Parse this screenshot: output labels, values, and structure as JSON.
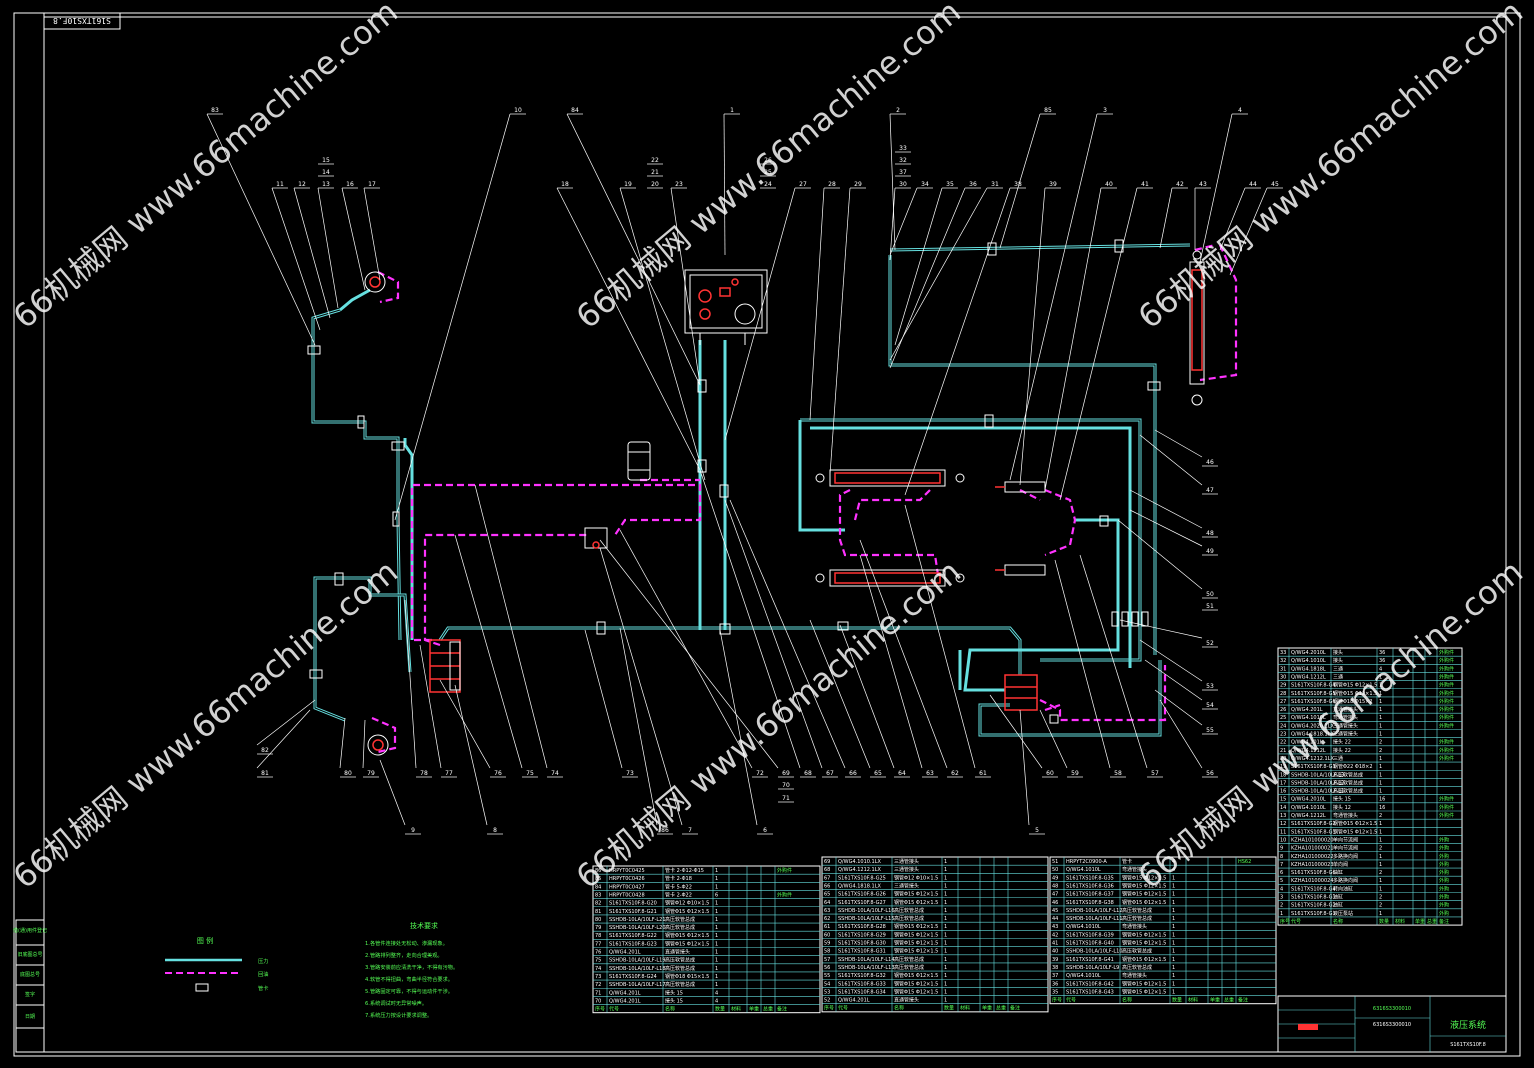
{
  "drawing": {
    "stamp": "S161TXS10F.8",
    "drawing_code": "S161TXS10F.8",
    "title": "液压系统",
    "part_number_box": "6316S3300010",
    "notes_title": "技术要求",
    "notes": [
      "1.各管件连接处无松动、渗漏现象。",
      "2.管路排列整齐，走向合理美观。",
      "3.管路安装前应清洗干净，不得有污物。",
      "4.软管不得扭曲，弯曲半径符合要求。",
      "5.管路固定可靠，不得与运动件干涉。",
      "6.系统调试时无异常噪声。",
      "7.系统压力按设计要求调整。"
    ],
    "legend_title": "图    例",
    "legend": [
      {
        "label": "压力",
        "kind": "pressure"
      },
      {
        "label": "回油",
        "kind": "return"
      },
      {
        "label": "管卡",
        "kind": "clamp"
      }
    ],
    "side_labels": [
      "借(通)用件登记",
      "旧底图总号",
      "底图总号",
      "签字",
      "日期"
    ]
  },
  "callouts": [
    "1",
    "2",
    "3",
    "4",
    "5",
    "6",
    "7",
    "8",
    "9",
    "10",
    "11",
    "12",
    "13",
    "14",
    "15",
    "16",
    "17",
    "18",
    "19",
    "20",
    "21",
    "22",
    "23",
    "24",
    "25",
    "26",
    "27",
    "28",
    "29",
    "30",
    "31",
    "32",
    "33",
    "34",
    "35",
    "36",
    "37",
    "38",
    "39",
    "40",
    "41",
    "42",
    "43",
    "44",
    "45",
    "46",
    "47",
    "48",
    "49",
    "50",
    "51",
    "52",
    "53",
    "54",
    "55",
    "56",
    "57",
    "58",
    "59",
    "60",
    "61",
    "62",
    "63",
    "64",
    "65",
    "66",
    "67",
    "68",
    "69",
    "70",
    "71",
    "72",
    "73",
    "74",
    "75",
    "76",
    "77",
    "78",
    "79",
    "80",
    "81",
    "82",
    "83",
    "84",
    "85",
    "86"
  ],
  "bom": {
    "headers": [
      "序号",
      "代号",
      "名称",
      "数量",
      "材料",
      "单重",
      "总重",
      "备注"
    ],
    "col1": [
      {
        "no": "86",
        "code": "HRPYT0C0425",
        "name": "管卡 2-Φ12-Φ15",
        "qty": "1",
        "note": "外购件"
      },
      {
        "no": "85",
        "code": "HRPYT0C0426",
        "name": "管卡 2-Φ18",
        "qty": "1",
        "note": ""
      },
      {
        "no": "84",
        "code": "HRPYT0C0427",
        "name": "管卡 5-Φ22",
        "qty": "1",
        "note": ""
      },
      {
        "no": "83",
        "code": "HRPYT0C0428",
        "name": "管卡 2-Φ22",
        "qty": "6",
        "note": "外购件"
      },
      {
        "no": "82",
        "code": "S161TXS10F.8-G20",
        "name": "钢管Φ12 Φ10×1.5",
        "qty": "1",
        "note": ""
      },
      {
        "no": "81",
        "code": "S161TXS10F.8-G21",
        "name": "钢管Φ15 Φ12×1.5",
        "qty": "1",
        "note": ""
      },
      {
        "no": "80",
        "code": "SSHDB-10LA/10LF-L21",
        "name": "高压软管总成",
        "qty": "1",
        "note": ""
      },
      {
        "no": "79",
        "code": "SSHDB-10LA/10LF-L20",
        "name": "高压软管总成",
        "qty": "1",
        "note": ""
      },
      {
        "no": "78",
        "code": "S161TXS10F.8-G22",
        "name": "钢管Φ15 Φ12×1.5",
        "qty": "1",
        "note": ""
      },
      {
        "no": "77",
        "code": "S161TXS10F.8-G23",
        "name": "钢管Φ15 Φ12×1.5",
        "qty": "1",
        "note": ""
      },
      {
        "no": "76",
        "code": "Q/WG4.201L",
        "name": "直通管接头",
        "qty": "1",
        "note": ""
      },
      {
        "no": "75",
        "code": "SSHDB-10LA/10LF-L19",
        "name": "高压软管总成",
        "qty": "1",
        "note": ""
      },
      {
        "no": "74",
        "code": "SSHDB-10LA/10LF-L18",
        "name": "高压软管总成",
        "qty": "1",
        "note": ""
      },
      {
        "no": "73",
        "code": "S161TXS10F.8-G24",
        "name": "钢管Φ18 Φ15×1.5",
        "qty": "1",
        "note": ""
      },
      {
        "no": "72",
        "code": "SSHDB-10LA/10LF-L17",
        "name": "高压软管总成",
        "qty": "1",
        "note": ""
      },
      {
        "no": "71",
        "code": "Q/WG4.201L",
        "name": "接头 15",
        "qty": "4",
        "note": ""
      },
      {
        "no": "70",
        "code": "Q/WG4.201L",
        "name": "接头 15",
        "qty": "4",
        "note": ""
      }
    ],
    "col2": [
      {
        "no": "69",
        "code": "Q/WG4.1010.1LX",
        "name": "三通管接头",
        "qty": "1",
        "note": ""
      },
      {
        "no": "68",
        "code": "Q/WG4.1212.1LX",
        "name": "三通管接头",
        "qty": "1",
        "note": ""
      },
      {
        "no": "67",
        "code": "S161TXS10F.8-G25",
        "name": "钢管Φ12 Φ10×1.5",
        "qty": "1",
        "note": ""
      },
      {
        "no": "66",
        "code": "Q/WG4.1818.1LX",
        "name": "三通管接头",
        "qty": "1",
        "note": ""
      },
      {
        "no": "65",
        "code": "S161TXS10F.8-G26",
        "name": "钢管Φ15 Φ12×1.5",
        "qty": "1",
        "note": ""
      },
      {
        "no": "64",
        "code": "S161TXS10F.8-G27",
        "name": "钢管Φ15 Φ12×1.5",
        "qty": "1",
        "note": ""
      },
      {
        "no": "63",
        "code": "SSHDB-10LA/10LF-L16",
        "name": "高压软管总成",
        "qty": "1",
        "note": ""
      },
      {
        "no": "62",
        "code": "SSHDB-10LA/10LF-L15",
        "name": "高压软管总成",
        "qty": "1",
        "note": ""
      },
      {
        "no": "61",
        "code": "S161TXS10F.8-G28",
        "name": "钢管Φ15 Φ12×1.5",
        "qty": "1",
        "note": ""
      },
      {
        "no": "60",
        "code": "S161TXS10F.8-G29",
        "name": "钢管Φ15 Φ12×1.5",
        "qty": "1",
        "note": ""
      },
      {
        "no": "59",
        "code": "S161TXS10F.8-G30",
        "name": "钢管Φ15 Φ12×1.5",
        "qty": "1",
        "note": ""
      },
      {
        "no": "58",
        "code": "S161TXS10F.8-G31",
        "name": "钢管Φ15 Φ12×1.5",
        "qty": "1",
        "note": ""
      },
      {
        "no": "57",
        "code": "SSHDB-10LA/10LF-L14",
        "name": "高压软管总成",
        "qty": "1",
        "note": ""
      },
      {
        "no": "56",
        "code": "SSHDB-10LA/10LF-L13",
        "name": "高压软管总成",
        "qty": "1",
        "note": ""
      },
      {
        "no": "55",
        "code": "S161TXS10F.8-G32",
        "name": "钢管Φ15 Φ12×1.5",
        "qty": "1",
        "note": ""
      },
      {
        "no": "54",
        "code": "S161TXS10F.8-G33",
        "name": "钢管Φ15 Φ12×1.5",
        "qty": "1",
        "note": ""
      },
      {
        "no": "53",
        "code": "S161TXS10F.8-G34",
        "name": "钢管Φ15 Φ12×1.5",
        "qty": "1",
        "note": ""
      },
      {
        "no": "52",
        "code": "Q/WG4.201L",
        "name": "直通管接头",
        "qty": "1",
        "note": ""
      }
    ],
    "col3": [
      {
        "no": "51",
        "code": "HRPYT2C0900-A",
        "name": "管卡",
        "qty": "4",
        "note": "HS62"
      },
      {
        "no": "50",
        "code": "Q/WG4.1010L",
        "name": "弯通管接头",
        "qty": "4",
        "note": ""
      },
      {
        "no": "49",
        "code": "S161TXS10F.8-G35",
        "name": "钢管Φ15 Φ12×1.5",
        "qty": "1",
        "note": ""
      },
      {
        "no": "48",
        "code": "S161TXS10F.8-G36",
        "name": "钢管Φ15 Φ12×1.5",
        "qty": "1",
        "note": ""
      },
      {
        "no": "47",
        "code": "S161TXS10F.8-G37",
        "name": "钢管Φ15 Φ12×1.5",
        "qty": "1",
        "note": ""
      },
      {
        "no": "46",
        "code": "S161TXS10F.8-G38",
        "name": "钢管Φ15 Φ12×1.5",
        "qty": "1",
        "note": ""
      },
      {
        "no": "45",
        "code": "SSHDB-10LA/10LF-L12",
        "name": "高压软管总成",
        "qty": "1",
        "note": ""
      },
      {
        "no": "44",
        "code": "SSHDB-10LA/10LF-L11",
        "name": "高压软管总成",
        "qty": "1",
        "note": ""
      },
      {
        "no": "43",
        "code": "Q/WG4.1010L",
        "name": "弯通管接头",
        "qty": "1",
        "note": ""
      },
      {
        "no": "42",
        "code": "S161TXS10F.8-G39",
        "name": "钢管Φ15 Φ12×1.5",
        "qty": "1",
        "note": ""
      },
      {
        "no": "41",
        "code": "S161TXS10F.8-G40",
        "name": "钢管Φ15 Φ12×1.5",
        "qty": "1",
        "note": ""
      },
      {
        "no": "40",
        "code": "SSHDB-10LA/10LF-L10",
        "name": "高压软管总成",
        "qty": "1",
        "note": ""
      },
      {
        "no": "39",
        "code": "S161TXS10F.8-G41",
        "name": "钢管Φ15 Φ12×1.5",
        "qty": "1",
        "note": ""
      },
      {
        "no": "38",
        "code": "SSHDB-10LA/10LF-L9",
        "name": "高压软管总成",
        "qty": "1",
        "note": ""
      },
      {
        "no": "37",
        "code": "Q/WG4.1010L",
        "name": "弯通管接头",
        "qty": "1",
        "note": ""
      },
      {
        "no": "36",
        "code": "S161TXS10F.8-G42",
        "name": "钢管Φ15 Φ12×1.5",
        "qty": "1",
        "note": ""
      },
      {
        "no": "35",
        "code": "S161TXS10F.8-G43",
        "name": "钢管Φ15 Φ12×1.5",
        "qty": "1",
        "note": ""
      }
    ],
    "col4": [
      {
        "no": "33",
        "code": "Q/WG4.2010L",
        "name": "接头",
        "qty": "36",
        "note": "外购件"
      },
      {
        "no": "32",
        "code": "Q/WG4.1010L",
        "name": "接头",
        "qty": "36",
        "note": "外购件"
      },
      {
        "no": "31",
        "code": "Q/WG4.1818L",
        "name": "三通",
        "qty": "4",
        "note": "外购件"
      },
      {
        "no": "30",
        "code": "Q/WG4.1212L",
        "name": "三通",
        "qty": "1",
        "note": "外购件"
      },
      {
        "no": "29",
        "code": "S161TXS10F.8-G4",
        "name": "钢管Φ15 Φ12×1.5",
        "qty": "1",
        "note": "外购件"
      },
      {
        "no": "28",
        "code": "S161TXS10F.8-G5",
        "name": "钢管Φ15 Φ12×1.5",
        "qty": "1",
        "note": "外购件"
      },
      {
        "no": "27",
        "code": "S161TXS10F.8-G6",
        "name": "钢管Φ18 Φ15×2",
        "qty": "1",
        "note": "外购件"
      },
      {
        "no": "26",
        "code": "Q/WG4.201L",
        "name": "直通管接头",
        "qty": "1",
        "note": "外购件"
      },
      {
        "no": "25",
        "code": "Q/WG4.1010L",
        "name": "弯通管接头",
        "qty": "1",
        "note": "外购件"
      },
      {
        "no": "24",
        "code": "Q/WG4.2020.1LX",
        "name": "三通管接头",
        "qty": "1",
        "note": "外购件"
      },
      {
        "no": "23",
        "code": "Q/WG4.1818.1LX",
        "name": "三通管接头",
        "qty": "1",
        "note": ""
      },
      {
        "no": "22",
        "code": "Q/WG4.201L",
        "name": "接头 22",
        "qty": "2",
        "note": "外购件"
      },
      {
        "no": "21",
        "code": "Q/WG4.1212L",
        "name": "接头 22",
        "qty": "2",
        "note": "外购件"
      },
      {
        "no": "20",
        "code": "Q/WG4.1212.1LX",
        "name": "三通",
        "qty": "1",
        "note": "外购件"
      },
      {
        "no": "19",
        "code": "S161TXS10F.8-G3",
        "name": "钢管Φ22 Φ18×2",
        "qty": "1",
        "note": ""
      },
      {
        "no": "18",
        "code": "SSHDB-10LA/10LF-L3",
        "name": "高压软管总成",
        "qty": "1",
        "note": ""
      },
      {
        "no": "17",
        "code": "SSHDB-10LA/10LF-L2",
        "name": "高压软管总成",
        "qty": "1",
        "note": ""
      },
      {
        "no": "16",
        "code": "SSHDB-10LA/10LF-L1",
        "name": "高压软管总成",
        "qty": "1",
        "note": ""
      },
      {
        "no": "15",
        "code": "Q/WG4.2010L",
        "name": "接头 15",
        "qty": "16",
        "note": "外购件"
      },
      {
        "no": "14",
        "code": "Q/WG4.1010L",
        "name": "接头 12",
        "qty": "16",
        "note": "外购件"
      },
      {
        "no": "13",
        "code": "Q/WG4.1212L",
        "name": "弯通管接头",
        "qty": "2",
        "note": "外购件"
      },
      {
        "no": "12",
        "code": "S161TXS10F.8-G2",
        "name": "钢管Φ15 Φ12×1.5",
        "qty": "1",
        "note": ""
      },
      {
        "no": "11",
        "code": "S161TXS10F.8-G1",
        "name": "钢管Φ15 Φ12×1.5",
        "qty": "1",
        "note": ""
      },
      {
        "no": "10",
        "code": "KZHA101000020",
        "name": "单向节流阀",
        "qty": "1",
        "note": "外购"
      },
      {
        "no": "9",
        "code": "KZHA101000021",
        "name": "单向节流阀",
        "qty": "2",
        "note": "外购"
      },
      {
        "no": "8",
        "code": "KZHA101000022",
        "name": "多路换向阀",
        "qty": "1",
        "note": "外购"
      },
      {
        "no": "7",
        "code": "KZHA101000023",
        "name": "单向阀",
        "qty": "1",
        "note": "外购"
      },
      {
        "no": "6",
        "code": "S161TXS10F.8-G6",
        "name": "油缸",
        "qty": "2",
        "note": "外购"
      },
      {
        "no": "5",
        "code": "KZHA101000024",
        "name": "多路换向阀",
        "qty": "1",
        "note": "外购"
      },
      {
        "no": "4",
        "code": "S161TXS10F.8-G4",
        "name": "转向油缸",
        "qty": "1",
        "note": "外购"
      },
      {
        "no": "3",
        "code": "S161TXS10F.8-G3",
        "name": "油缸",
        "qty": "2",
        "note": "外购"
      },
      {
        "no": "2",
        "code": "S161TXS10F.8-G2",
        "name": "油缸",
        "qty": "2",
        "note": "外购"
      },
      {
        "no": "1",
        "code": "S161TXS10F.8-G1",
        "name": "液压泵站",
        "qty": "1",
        "note": "外购"
      }
    ]
  },
  "watermarks": [
    "66机械网 www.66machine.com"
  ]
}
